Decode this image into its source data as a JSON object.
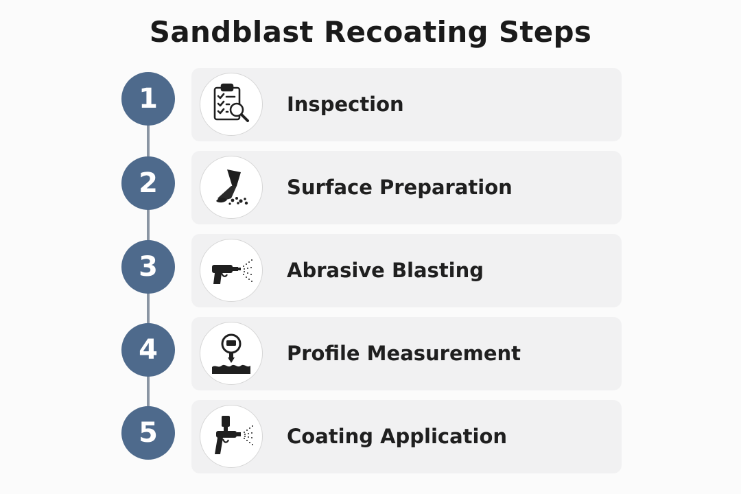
{
  "title": "Sandblast Recoating Steps",
  "colors": {
    "step_circle": "#4e6a8c",
    "connector": "#8a95a3",
    "card": "#f1f1f2",
    "icon": "#1f1f1f"
  },
  "steps": [
    {
      "number": "1",
      "label": "Inspection",
      "icon": "clipboard-magnifier-icon"
    },
    {
      "number": "2",
      "label": "Surface Preparation",
      "icon": "scraper-debris-icon"
    },
    {
      "number": "3",
      "label": "Abrasive Blasting",
      "icon": "blast-gun-icon"
    },
    {
      "number": "4",
      "label": "Profile Measurement",
      "icon": "profile-gauge-icon"
    },
    {
      "number": "5",
      "label": "Coating Application",
      "icon": "spray-gun-icon"
    }
  ]
}
